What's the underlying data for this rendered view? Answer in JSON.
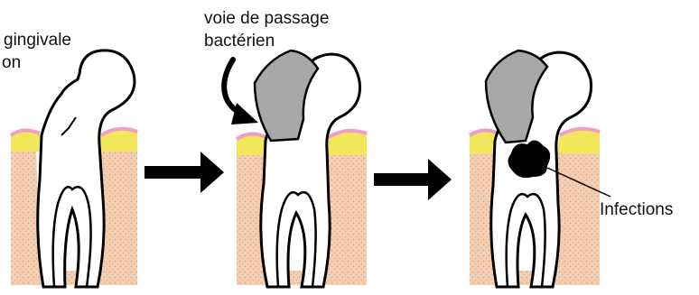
{
  "labels": {
    "panel1_line1": "gingivale",
    "panel1_line2": "on",
    "panel2_line1": "voie de passage",
    "panel2_line2": "bactérien",
    "panel3": "Infections"
  },
  "colors": {
    "gum": "#f4cfb2",
    "gum_dots": "#d9a88a",
    "plaque": "#f2e65a",
    "gingiva_edge": "#ee9fc8",
    "tooth": "#ffffff",
    "outline": "#000000",
    "decay": "#a8a8a8",
    "infection": "#000000"
  },
  "icons": {
    "arrow_1": "arrow-right-icon",
    "arrow_2": "arrow-right-icon",
    "pointer_arrow": "curved-arrow-icon"
  }
}
